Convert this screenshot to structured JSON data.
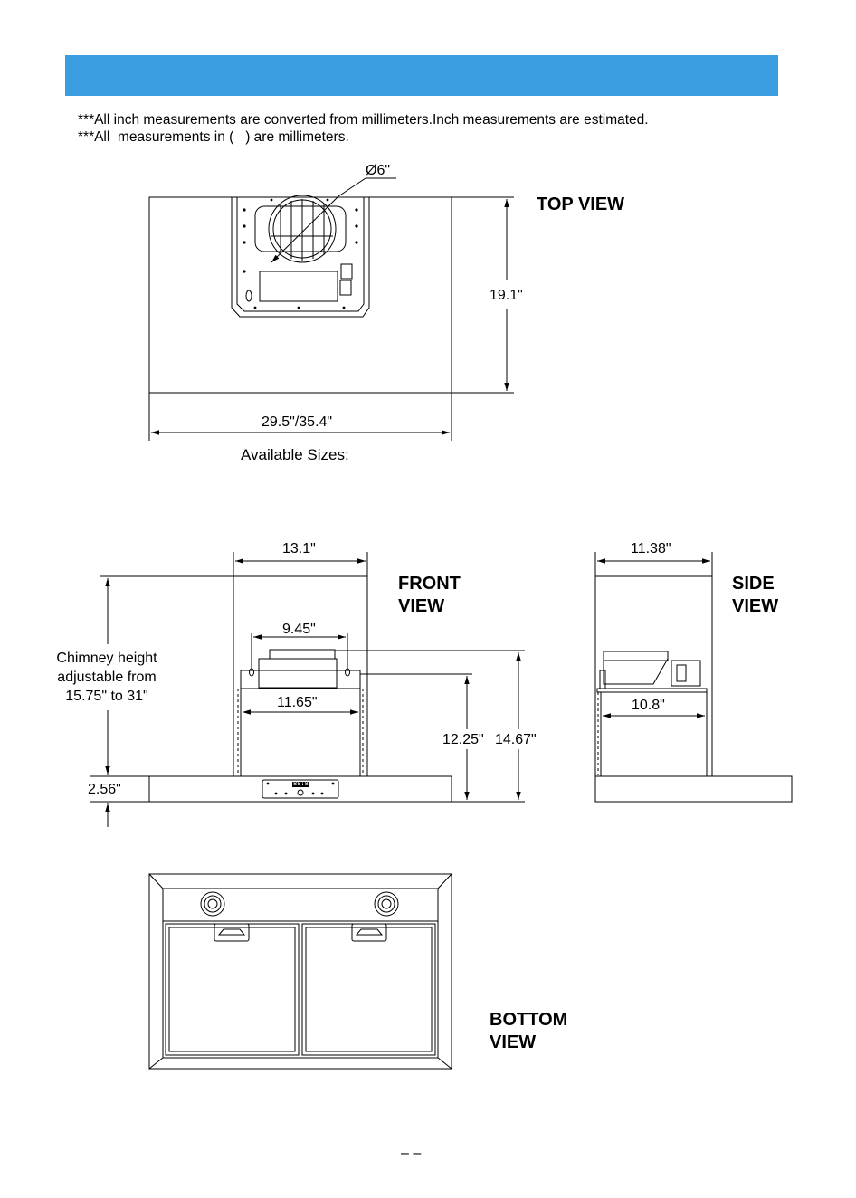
{
  "header": {
    "bar_color": "#3a9ee0"
  },
  "notes": [
    "***All inch measurements are converted from millimeters.Inch measurements are estimated.",
    "***All  measurements in (   ) are millimeters."
  ],
  "top_view": {
    "label": "TOP VIEW",
    "duct_diameter": "Ø6\"",
    "depth": "19.1\"",
    "width": "29.5\"/35.4\"",
    "sizes_caption": "Available Sizes:"
  },
  "front_view": {
    "label_line1": "FRONT",
    "label_line2": "VIEW",
    "chimney_width": "13.1\"",
    "mount_spacing": "9.45\"",
    "bracket_width": "11.65\"",
    "chimney_note": [
      "Chimney height",
      "adjustable from",
      "15.75\" to 31\""
    ],
    "body_height": "2.56\"",
    "height_a": "12.25\"",
    "height_b": "14.67\"",
    "display_text": "88:88"
  },
  "side_view": {
    "label_line1": "SIDE",
    "label_line2": "VIEW",
    "chimney_depth": "11.38\"",
    "bracket_depth": "10.8\""
  },
  "bottom_view": {
    "label_line1": "BOTTOM",
    "label_line2": "VIEW"
  },
  "page_marker": "–   –"
}
